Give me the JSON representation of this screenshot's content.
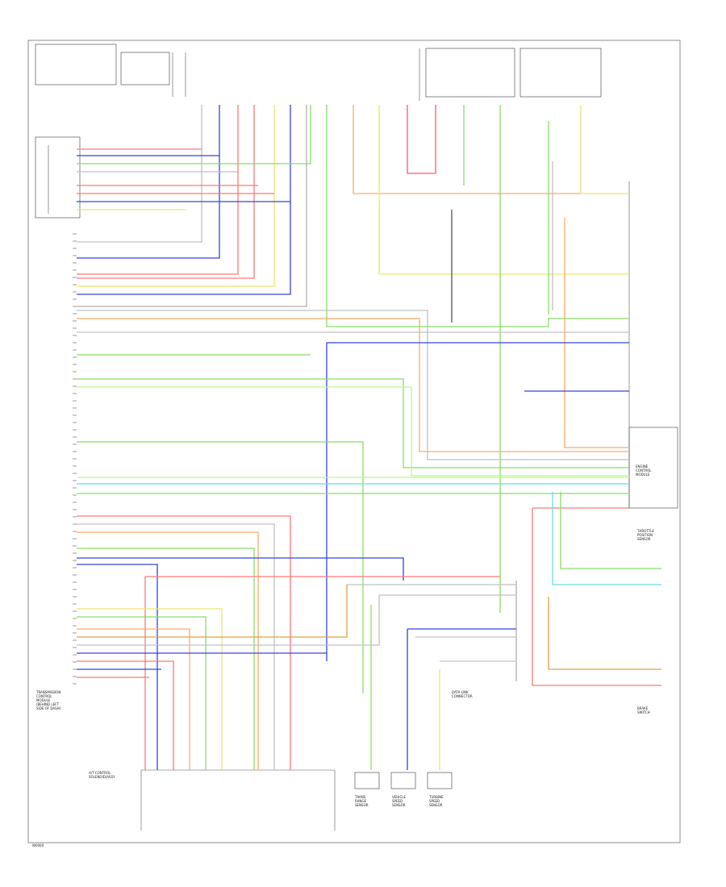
{
  "diagram": {
    "footer_code": "W0000",
    "components": [
      {
        "id": "tcm",
        "lines": [
          "TRANSMISSION",
          "CONTROL",
          "MODULE",
          "(BEHIND LEFT",
          "SIDE OF DASH)"
        ]
      },
      {
        "id": "shift-solenoids",
        "lines": [
          "A/T CONTROL",
          "SOLENOID/ASSY"
        ]
      },
      {
        "id": "speed-sensor-1",
        "lines": [
          "TRANS",
          "RANGE",
          "SENSOR"
        ]
      },
      {
        "id": "speed-sensor-2",
        "lines": [
          "VEHICLE",
          "SPEED",
          "SENSOR"
        ]
      },
      {
        "id": "turbine-sensor",
        "lines": [
          "TURBINE",
          "SPEED",
          "SENSOR"
        ]
      },
      {
        "id": "ecm",
        "lines": [
          "ENGINE",
          "CONTROL",
          "MODULE"
        ]
      },
      {
        "id": "throttle",
        "lines": [
          "THROTTLE",
          "POSITION",
          "SENSOR"
        ]
      },
      {
        "id": "data-link",
        "lines": [
          "DATA LINK",
          "CONNECTOR"
        ]
      },
      {
        "id": "brake-switch",
        "lines": [
          "BRAKE",
          "SWITCH"
        ]
      }
    ]
  }
}
